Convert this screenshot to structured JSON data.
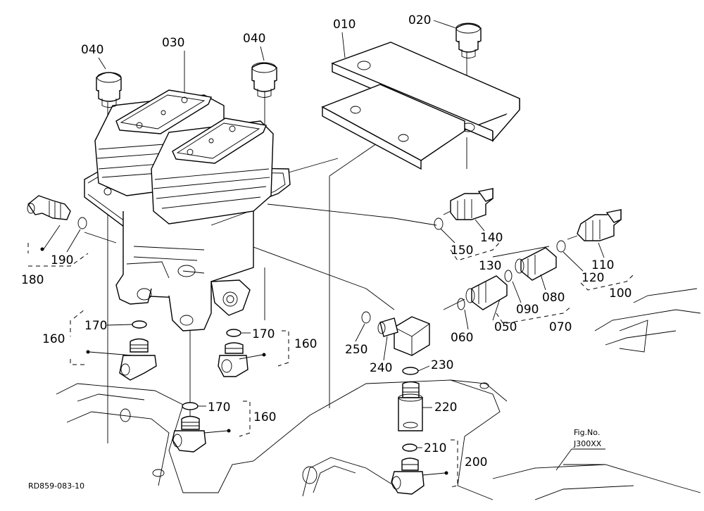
{
  "labels": {
    "p010": "010",
    "p020": "020",
    "p030": "030",
    "p040a": "040",
    "p040b": "040",
    "p050": "050",
    "p060": "060",
    "p070": "070",
    "p080": "080",
    "p090": "090",
    "p100": "100",
    "p110": "110",
    "p120": "120",
    "p130": "130",
    "p140": "140",
    "p150": "150",
    "p160a": "160",
    "p160b": "160",
    "p160c": "160",
    "p170a": "170",
    "p170b": "170",
    "p170c": "170",
    "p180": "180",
    "p190": "190",
    "p200": "200",
    "p210": "210",
    "p220": "220",
    "p230": "230",
    "p240": "240",
    "p250": "250"
  },
  "figure_ref": {
    "title": "Fig.No.",
    "number": "J300XX"
  },
  "drawing_code": "RD859-083-10"
}
